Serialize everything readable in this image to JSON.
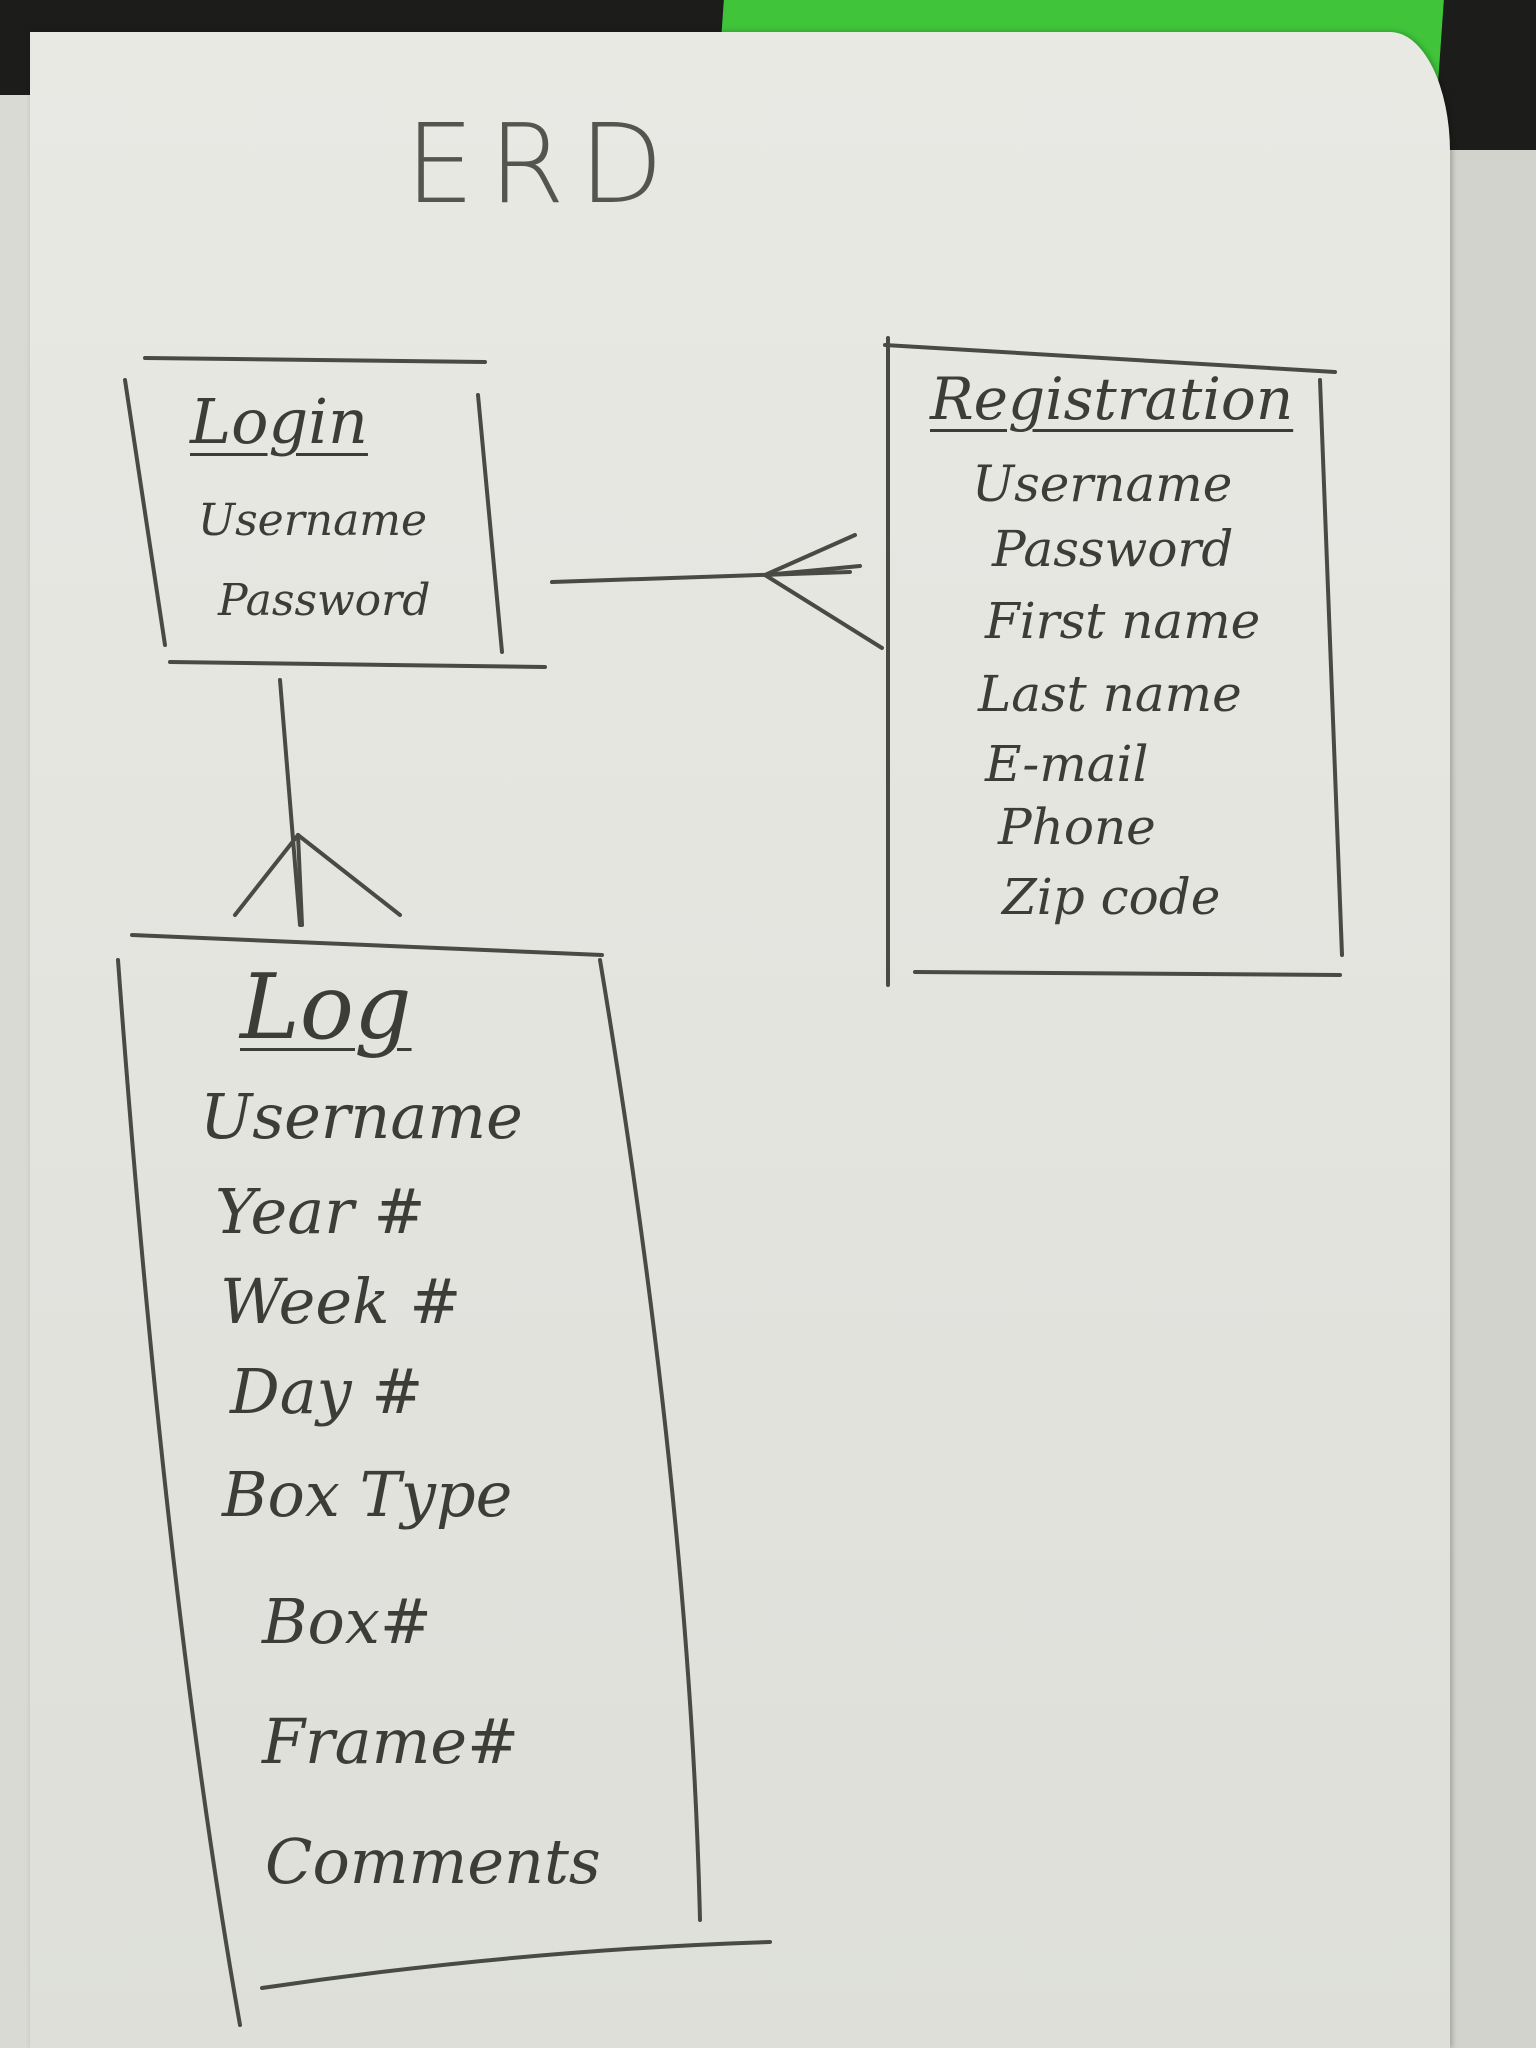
{
  "diagram": {
    "title": "ERD",
    "ink_color": "#3c3c38",
    "entities": {
      "login": {
        "name": "Login",
        "attributes": [
          "Username",
          "Password"
        ]
      },
      "registration": {
        "name": "Registration",
        "attributes": [
          "Username",
          "Password",
          "First name",
          "Last name",
          "E-mail",
          "Phone",
          "Zip code"
        ]
      },
      "log": {
        "name": "Log",
        "attributes": [
          "Username",
          "Year #",
          "Week #",
          "Day #",
          "Box Type",
          "Box#",
          "Frame#",
          "Comments"
        ]
      }
    },
    "relationships": [
      {
        "from": "Login",
        "to": "Registration",
        "notation": "crow's foot",
        "many_side": "Registration"
      },
      {
        "from": "Login",
        "to": "Log",
        "notation": "crow's foot",
        "many_side": "Log"
      }
    ]
  }
}
